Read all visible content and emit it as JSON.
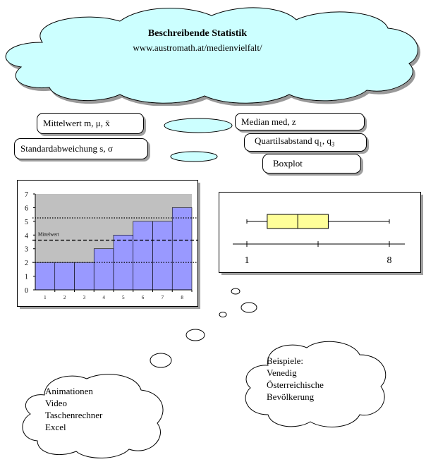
{
  "header": {
    "title": "Beschreibende Statistik",
    "url": "www.austromath.at/medienvielfalt/"
  },
  "topics": {
    "mean": "Mittelwert m, μ, x̄",
    "std": "Standardabweichung s, σ",
    "median": "Median med, z",
    "quartile_prefix": "Quartilsabstand q",
    "quartile_mid": ", q",
    "quartile_sub1": "1",
    "quartile_sub3": "3",
    "boxplot": "Boxplot"
  },
  "chart_data": [
    {
      "type": "bar",
      "categories": [
        "1",
        "2",
        "3",
        "4",
        "5",
        "6",
        "7",
        "8"
      ],
      "values": [
        2,
        2,
        2,
        3,
        4,
        5,
        5,
        6
      ],
      "ylim": [
        0,
        7
      ],
      "yticks": [
        "0",
        "1",
        "2",
        "3",
        "4",
        "5",
        "6",
        "7"
      ],
      "mean_line_label": "Mittelwert",
      "mean": 3.625,
      "std_lines": [
        2.0,
        5.25
      ],
      "bar_color": "#9999ff",
      "plot_bg": "#c0c0c0"
    },
    {
      "type": "boxplot",
      "axis_labels": [
        "1",
        "8"
      ],
      "min": 1,
      "q1": 2,
      "median": 3.5,
      "q3": 5,
      "max": 8,
      "box_color": "#ffff99"
    }
  ],
  "media_cloud": {
    "lines": [
      "Animationen",
      "Video",
      "Taschenrechner",
      "Excel"
    ]
  },
  "examples_cloud": {
    "lines": [
      "Beispiele:",
      "Venedig",
      "Österreichische",
      "Bevölkerung"
    ]
  },
  "colors": {
    "cloud_fill": "#ccffff",
    "bar": "#9999ff",
    "box": "#ffff99"
  }
}
